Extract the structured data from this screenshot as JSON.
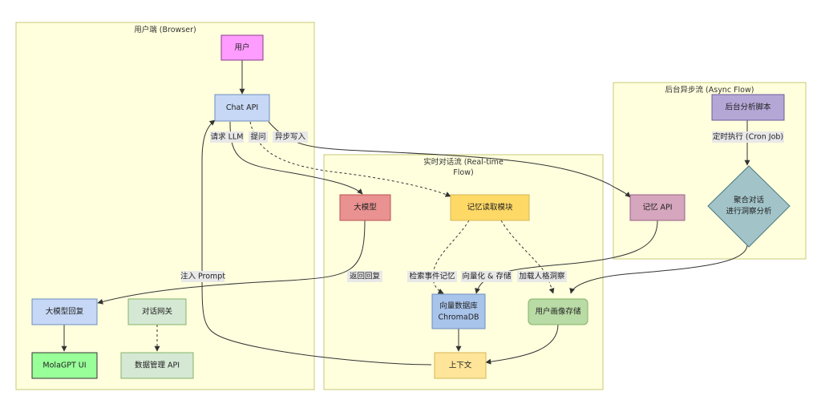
{
  "clusters": {
    "browser": {
      "title": "用户端 (Browser)"
    },
    "realtime": {
      "title_line1": "实时对话流 (Real-time",
      "title_line2": "Flow)"
    },
    "async": {
      "title": "后台异步流 (Async Flow)"
    }
  },
  "nodes": {
    "user": {
      "label": "用户",
      "color": "#ff9cff"
    },
    "chat_api": {
      "label": "Chat API",
      "color": "#c6d8f5"
    },
    "llm_reply": {
      "label": "大模型回复",
      "color": "#c6d8f5"
    },
    "gateway": {
      "label": "对话网关",
      "color": "#d5e8d4"
    },
    "molagpt_ui": {
      "label": "MolaGPT UI",
      "color": "#99ff99"
    },
    "data_api": {
      "label": "数据管理 API",
      "color": "#d5e8d4"
    },
    "llm": {
      "label": "大模型",
      "color": "#ea9191"
    },
    "memory_reader": {
      "label": "记忆读取模块",
      "color": "#ffd966"
    },
    "vector_db": {
      "label_line1": "向量数据库",
      "label_line2": "ChromaDB",
      "color": "#a9c4eb"
    },
    "profile_store": {
      "label": "用户画像存储",
      "color": "#b9dba5"
    },
    "context": {
      "label": "上下文",
      "color": "#ffe599"
    },
    "memory_api": {
      "label": "记忆 API",
      "color": "#d5a6bd"
    },
    "analysis_script": {
      "label": "后台分析脚本",
      "color": "#b4a7d6"
    },
    "aggregate": {
      "label_line1": "聚合对话",
      "label_line2": "进行洞察分析",
      "color": "#a2c4c9"
    }
  },
  "edges": {
    "request_llm": "请求 LLM",
    "ask": "提问",
    "async_write": "异步写入",
    "inject_prompt": "注入 Prompt",
    "return_reply": "返回回复",
    "search_memory": "检索事件记忆",
    "vectorize_store": "向量化 & 存储",
    "load_persona": "加载人格洞察",
    "cron": "定时执行 (Cron Job)"
  }
}
